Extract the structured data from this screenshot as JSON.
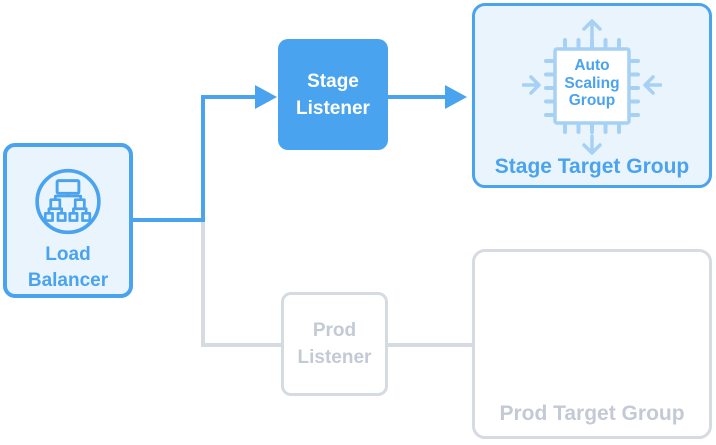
{
  "diagram": {
    "background": "#ffffff",
    "palette": {
      "active_blue": "#4aa3ee",
      "active_fill": "#eaf4fd",
      "icon_pale_blue": "#a6d1f4",
      "inactive_border": "#d6dae1",
      "inactive_text": "#c4cad5"
    },
    "nodes": {
      "load_balancer": {
        "label": "Load Balancer",
        "icon": "load-balancer-network-icon",
        "state": "active"
      },
      "stage_listener": {
        "label": "Stage Listener",
        "state": "active"
      },
      "prod_listener": {
        "label": "Prod Listener",
        "state": "inactive"
      },
      "stage_target_group": {
        "label": "Stage Target Group",
        "icon": "auto-scaling-group-chip-icon",
        "icon_label": "Auto Scaling Group",
        "state": "active"
      },
      "prod_target_group": {
        "label": "Prod Target Group",
        "state": "inactive"
      }
    },
    "edges": [
      {
        "from": "load_balancer",
        "to": "stage_listener",
        "style": "blue-arrow"
      },
      {
        "from": "stage_listener",
        "to": "stage_target_group",
        "style": "blue-arrow"
      },
      {
        "from": "load_balancer",
        "to": "prod_listener",
        "style": "gray-line"
      },
      {
        "from": "prod_listener",
        "to": "prod_target_group",
        "style": "gray-line"
      }
    ]
  }
}
